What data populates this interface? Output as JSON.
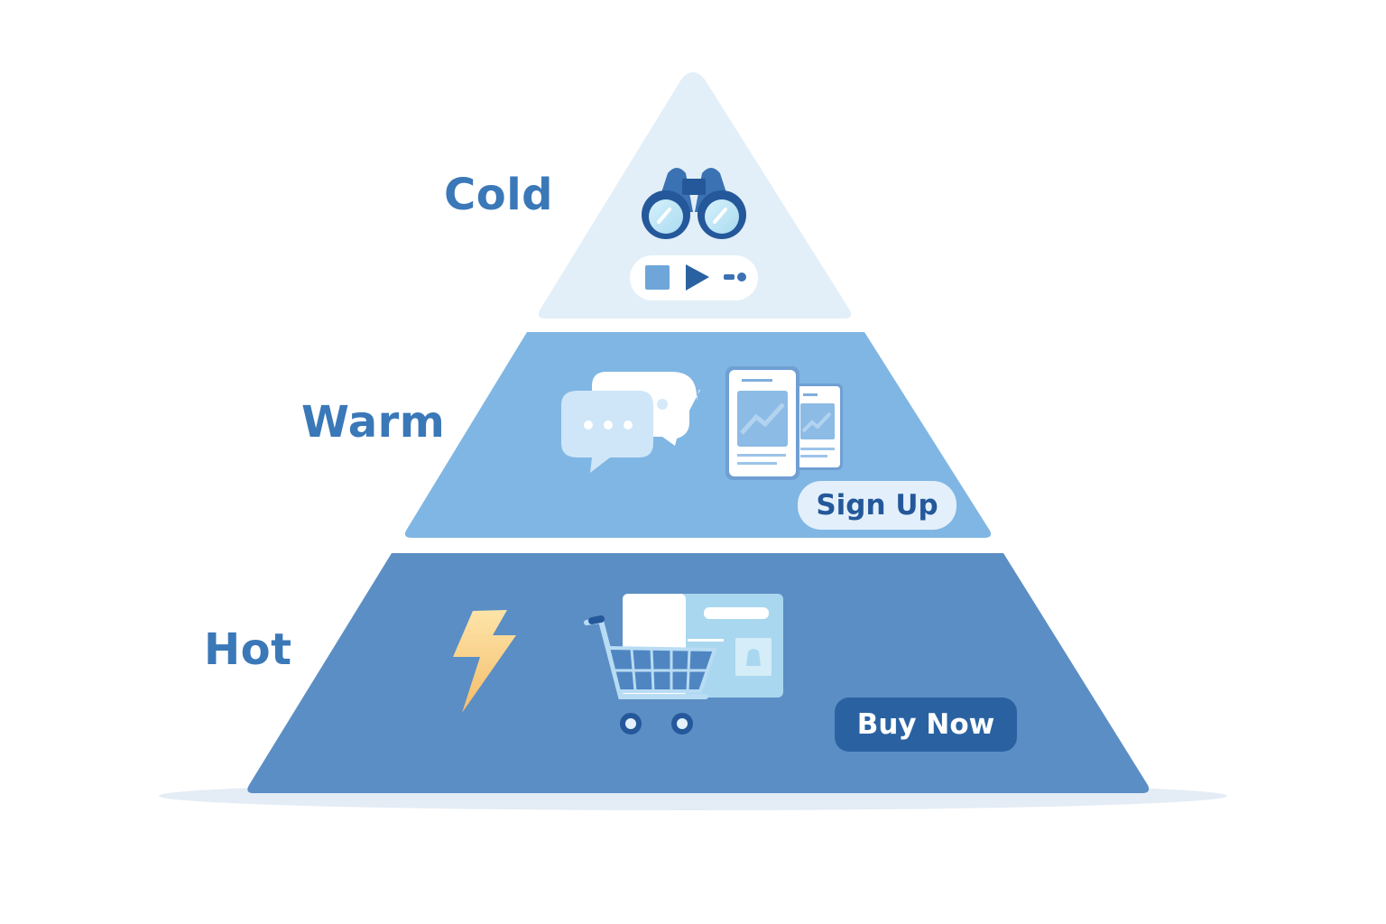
{
  "diagram": {
    "type": "funnel-pyramid",
    "tiers": [
      {
        "label": "Cold",
        "color": "#e2eff8",
        "icons": [
          "binoculars-icon",
          "media-player-icon"
        ]
      },
      {
        "label": "Warm",
        "color": "#80b6e3",
        "icons": [
          "chat-bubbles-icon",
          "document-chart-icon"
        ],
        "cta": "Sign Up"
      },
      {
        "label": "Hot",
        "color": "#5b8ec4",
        "icons": [
          "lightning-icon",
          "shopping-cart-icon",
          "product-card-icon"
        ],
        "cta": "Buy Now"
      }
    ]
  },
  "colors": {
    "label_text": "#3a78b8",
    "signup_bg": "#e3f0fb",
    "signup_text": "#24589a",
    "buynow_bg": "#2a62a1",
    "buynow_text": "#ffffff",
    "lightning": "#f6c878",
    "shadow": "#e4ecf5"
  }
}
